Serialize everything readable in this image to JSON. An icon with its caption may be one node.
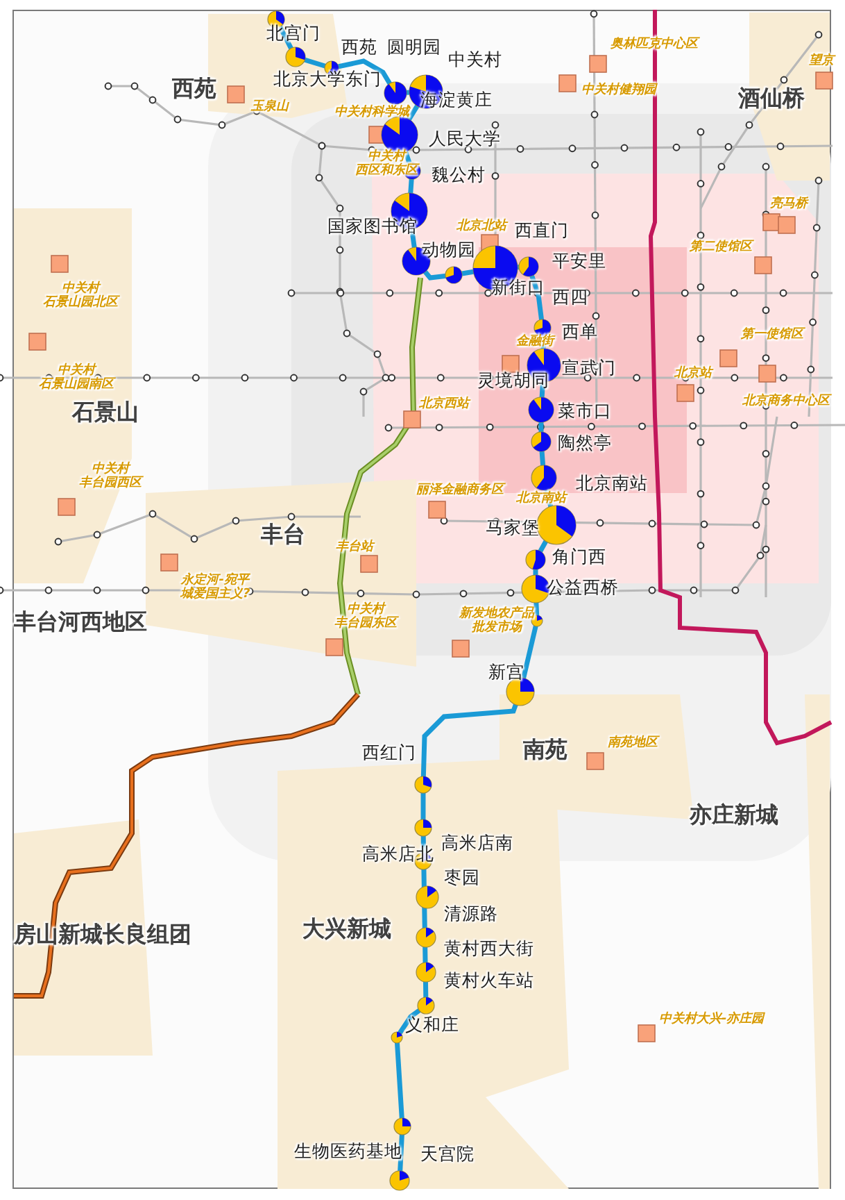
{
  "diagram": {
    "labels": [
      "北宫门",
      "西苑",
      "圆明园",
      "奥林匹克中心区",
      "望京",
      "中关村",
      "北京大学东门",
      "西苑",
      "中关村健翔园",
      "酒仙桥",
      "海淀黄庄",
      "玉泉山",
      "中关村科学城",
      "人民大学",
      "中关村西区和东区",
      "魏公村",
      "亮马桥",
      "国家图书馆",
      "北京北站",
      "西直门",
      "动物园",
      "第二使馆区",
      "平安里",
      "新街口",
      "西四",
      "中关村石景山园北区",
      "西单",
      "第一使馆区",
      "金融街",
      "中关村石景山园南区",
      "宣武门",
      "北京站",
      "灵境胡同",
      "北京商务中心区",
      "北京西站",
      "石景山",
      "菜市口",
      "陶然亭",
      "中关村丰台园西区",
      "北京南站",
      "丽泽金融商务区",
      "北京南站",
      "马家堡",
      "丰台",
      "丰台站",
      "角门西",
      "永定河-宛平城爱国主义?",
      "公益西桥",
      "中关村丰台园东区",
      "新发地农产品批发市场",
      "丰台河西地区",
      "新宫",
      "南苑地区",
      "南苑",
      "西红门",
      "亦庄新城",
      "高米店南",
      "高米店北",
      "枣园",
      "清源路",
      "大兴新城",
      "房山新城长良组团",
      "黄村西大街",
      "黄村火车站",
      "中关村大兴-亦庄园",
      "义和庄",
      "生物医药基地",
      "天宫院"
    ]
  }
}
